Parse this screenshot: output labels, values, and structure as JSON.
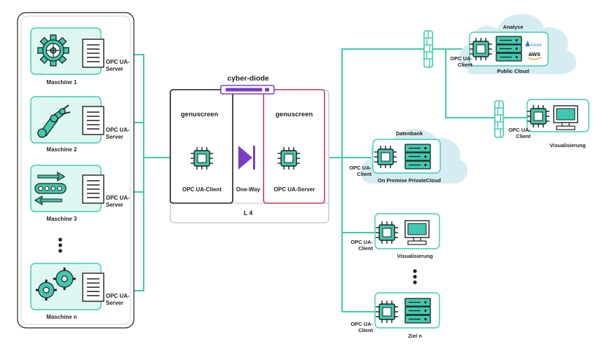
{
  "colors": {
    "accent": "#3ec9b0",
    "accent_light": "#dff7f2",
    "cloud": "#d5ecf2",
    "diode": "#7a3ec4",
    "server_border": "#c23b4f",
    "client_border": "#1d1d1b",
    "text": "#1d1d1b"
  },
  "machines": [
    {
      "label": "Maschine 1",
      "icon": "gear-icon",
      "server_line1": "OPC UA-",
      "server_line2": "Server"
    },
    {
      "label": "Maschine 2",
      "icon": "robot-arm-icon",
      "server_line1": "OPC UA-",
      "server_line2": "Server"
    },
    {
      "label": "Maschine 3",
      "icon": "conveyor-icon",
      "server_line1": "OPC UA-",
      "server_line2": "Server"
    },
    {
      "label": "Maschine n",
      "icon": "gears-icon",
      "server_line1": "OPC UA-",
      "server_line2": "Server"
    }
  ],
  "diode": {
    "title": "cyber-diode",
    "left_brand": "genuscreen",
    "right_brand": "genuscreen",
    "client_label": "OPC UA-Client",
    "direction_label": "One-Way",
    "server_label": "OPC UA-Server",
    "layer_label": "L 4"
  },
  "targets": {
    "public_cloud": {
      "title": "Analyse",
      "label": "Public Cloud",
      "client_line1": "OPC UA-",
      "client_line2": "Client",
      "provider1": "Azure",
      "provider2": "aws"
    },
    "visualisierung_top": {
      "label": "Visualisierung",
      "client_line1": "OPC UA-",
      "client_line2": "Client"
    },
    "private_cloud": {
      "title": "Datenbank",
      "label": "On Premise PrivateCloud",
      "client_line1": "OPC UA-",
      "client_line2": "Client"
    },
    "visualisierung_mid": {
      "label": "Visualisierung",
      "client_line1": "OPC UA-",
      "client_line2": "Client"
    },
    "ziel_n": {
      "label": "Ziel n",
      "client_line1": "OPC UA-",
      "client_line2": "Client"
    }
  }
}
